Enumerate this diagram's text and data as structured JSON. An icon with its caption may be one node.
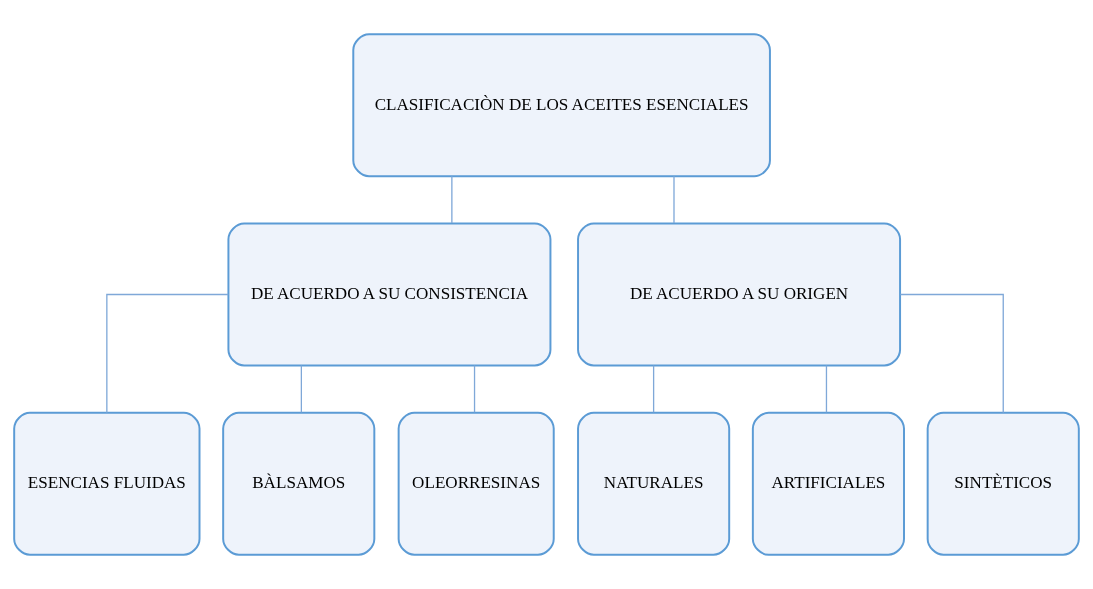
{
  "diagram": {
    "nodes": [
      {
        "text": [
          "CLASIFICACIÒN DE LOS ACEITES ESENCIALES"
        ]
      },
      {
        "text": [
          "DE ACUERDO A SU CONSISTENCIA"
        ]
      },
      {
        "text": [
          "DE ACUERDO A SU ORIGEN"
        ]
      },
      {
        "text": [
          "ESENCIAS FLUIDAS"
        ]
      },
      {
        "text": [
          "BÀLSAMOS"
        ]
      },
      {
        "text": [
          "OLEORRESINAS"
        ]
      },
      {
        "text": [
          "NATURALES"
        ]
      },
      {
        "text": [
          "ARTIFICIALES"
        ]
      },
      {
        "text": [
          "SINTÈTICOS"
        ]
      }
    ],
    "edges": [
      {
        "from": 0,
        "to": 1,
        "arrow": "none"
      },
      {
        "from": 0,
        "to": 2,
        "arrow": "none"
      },
      {
        "from": 1,
        "to": 3,
        "arrow": "none"
      },
      {
        "from": 1,
        "to": 4,
        "arrow": "none"
      },
      {
        "from": 1,
        "to": 5,
        "arrow": "none"
      },
      {
        "from": 2,
        "to": 6,
        "arrow": "none"
      },
      {
        "from": 2,
        "to": 7,
        "arrow": "none"
      },
      {
        "from": 2,
        "to": 8,
        "arrow": "none"
      }
    ]
  }
}
